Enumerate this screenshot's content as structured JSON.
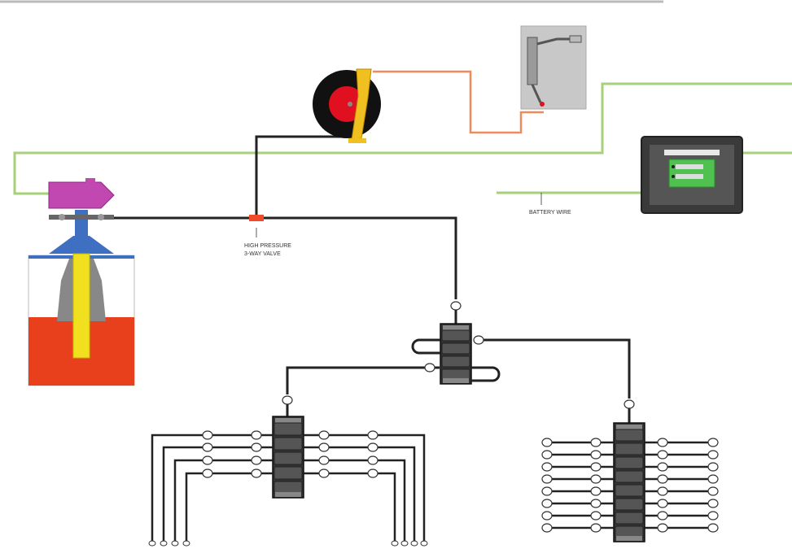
{
  "labels": {
    "valve_line1": "HIGH PRESSURE",
    "valve_line2": "3-WAY VALVE",
    "battery": "BATTERY WIRE"
  },
  "colors": {
    "signal_wire": "#a6d07a",
    "pressure_line": "#222222",
    "pump_line": "#f08a5a",
    "tank_fill": "#e8401c",
    "reservoir": "#e0e0e0",
    "piston_rod": "#f0e020",
    "pump_cap": "#3f6fc0",
    "controller_arrow": "#c048b0",
    "reel_ring": "#111111",
    "reel_center": "#e01020",
    "reel_frame": "#f0c020",
    "controller_screen": "#50c050"
  },
  "icons": [
    "pump-icon",
    "hose-reel-icon",
    "grease-gun-icon",
    "controller-box-icon",
    "divider-block-icon"
  ]
}
